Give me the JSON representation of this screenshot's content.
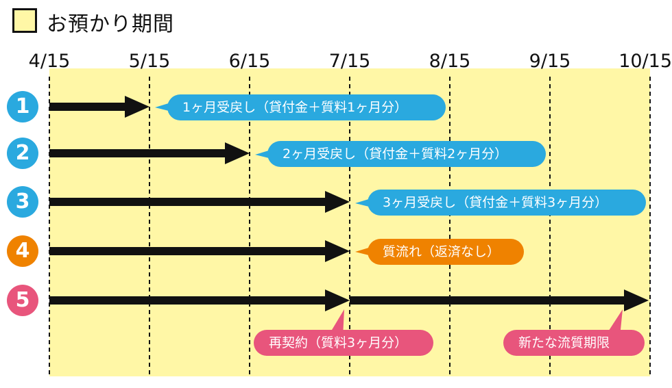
{
  "legend": {
    "label": "お預かり期間",
    "color": "#fff7a6"
  },
  "timeline": {
    "ticks": [
      "4/15",
      "5/15",
      "6/15",
      "7/15",
      "8/15",
      "9/15",
      "10/15"
    ]
  },
  "scenarios": [
    {
      "number": "1",
      "color": "#2aa9df",
      "callout": "1ヶ月受戻し（貸付金＋質料1ヶ月分）"
    },
    {
      "number": "2",
      "color": "#2aa9df",
      "callout": "2ヶ月受戻し（貸付金＋質料2ヶ月分）"
    },
    {
      "number": "3",
      "color": "#2aa9df",
      "callout": "3ヶ月受戻し（貸付金＋質料3ヶ月分）"
    },
    {
      "number": "4",
      "color": "#ef8200",
      "callout": "質流れ（返済なし）"
    },
    {
      "number": "5",
      "color": "#e8557c",
      "callout_renewal": "再契約（質料3ヶ月分）",
      "callout_new_deadline": "新たな流質期限"
    }
  ],
  "colors": {
    "blue": "#2aa9df",
    "orange": "#ef8200",
    "pink": "#e8557c",
    "arrow": "#111111",
    "period": "#fff7a6"
  }
}
